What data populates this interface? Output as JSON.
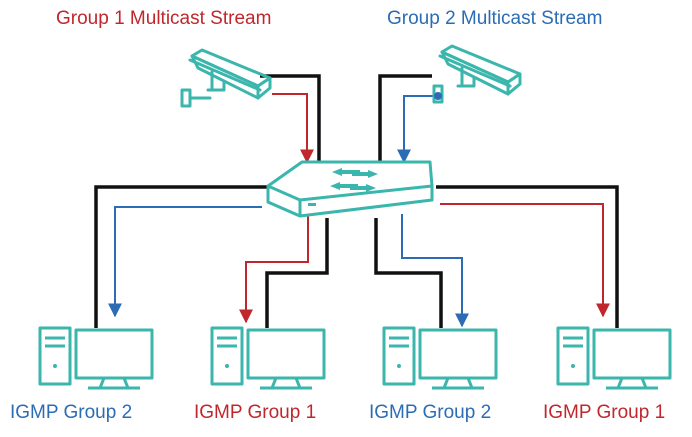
{
  "labels": {
    "group1_stream": "Group 1 Multicast Stream",
    "group2_stream": "Group 2 Multicast Stream",
    "pc1": "IGMP Group 2",
    "pc2": "IGMP Group 1",
    "pc3": "IGMP Group 2",
    "pc4": "IGMP Group 1"
  },
  "colors": {
    "group1": "#c0272d",
    "group2": "#2b6cb5",
    "device": "#3bb6ad",
    "cable": "#111111"
  },
  "icons": {
    "camera": "security-camera-icon",
    "switch": "network-switch-icon",
    "computer": "desktop-computer-icon"
  }
}
